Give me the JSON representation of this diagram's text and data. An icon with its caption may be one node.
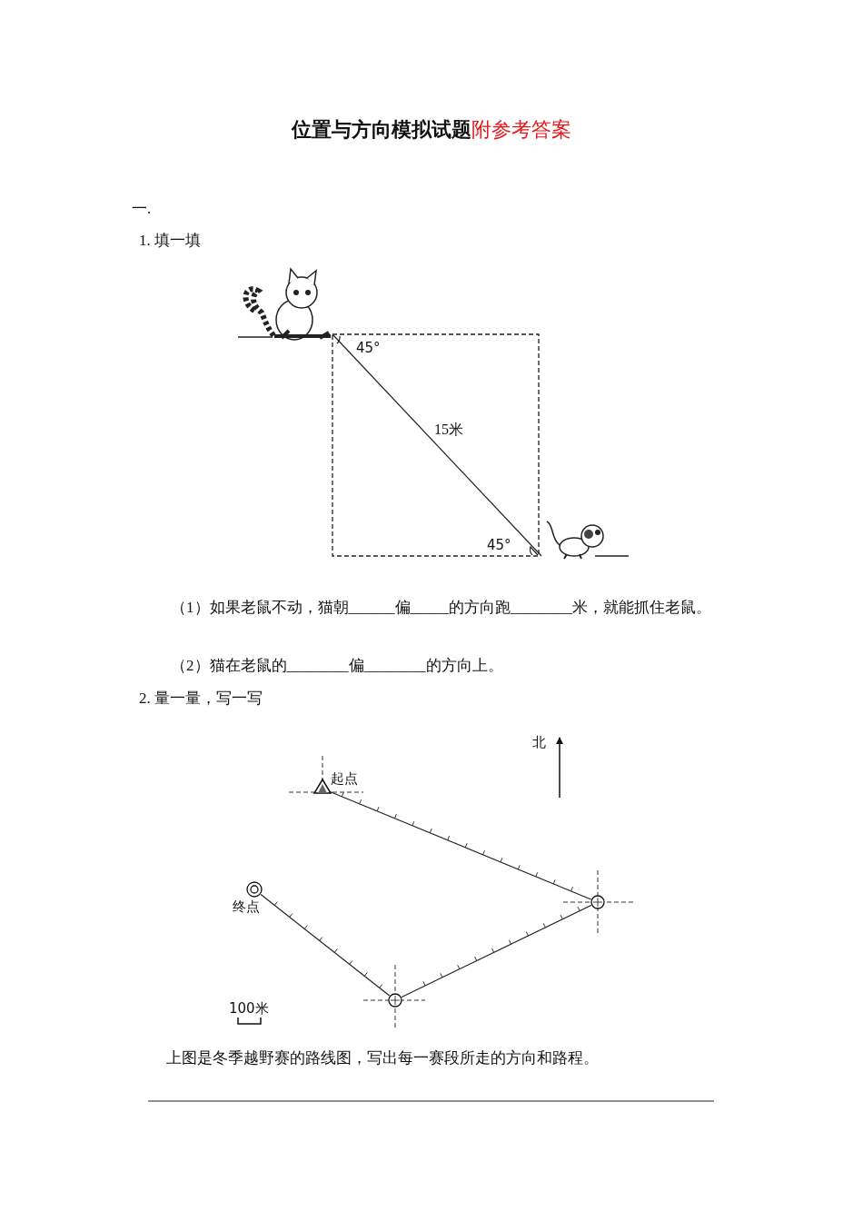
{
  "diagram": {
    "title": "位置与方向模拟试题",
    "nodes": [
      {
        "text": [],
        "shape": "picture"
      },
      {
        "text": [],
        "shape": "picture"
      },
      {
        "text": [],
        "shape": "triangle",
        "beside": [
          "起点"
        ]
      },
      {
        "text": [],
        "shape": "circle"
      },
      {
        "text": [],
        "shape": "circle"
      },
      {
        "text": [],
        "shape": "circle",
        "beside": [
          "终点"
        ]
      }
    ],
    "edges": [
      {
        "from": 0,
        "to": 1,
        "arrow": "none",
        "label": "15米"
      },
      {
        "from": 2,
        "to": 3,
        "arrow": "none"
      },
      {
        "from": 3,
        "to": 4,
        "arrow": "none"
      },
      {
        "from": 4,
        "to": 5,
        "arrow": "none"
      }
    ],
    "labels": [
      "附参考答案",
      "一.",
      "1. 填一填",
      "45°",
      "45°",
      "（1）如果老鼠不动，猫朝______偏_____的方向跑________米，就能抓住老鼠。",
      "（2）猫在老鼠的________偏________的方向上。",
      "2. 量一量，写一写",
      "北",
      "100米",
      "上图是冬季越野赛的路线图，写出每一赛段所走的方向和路程。"
    ]
  }
}
